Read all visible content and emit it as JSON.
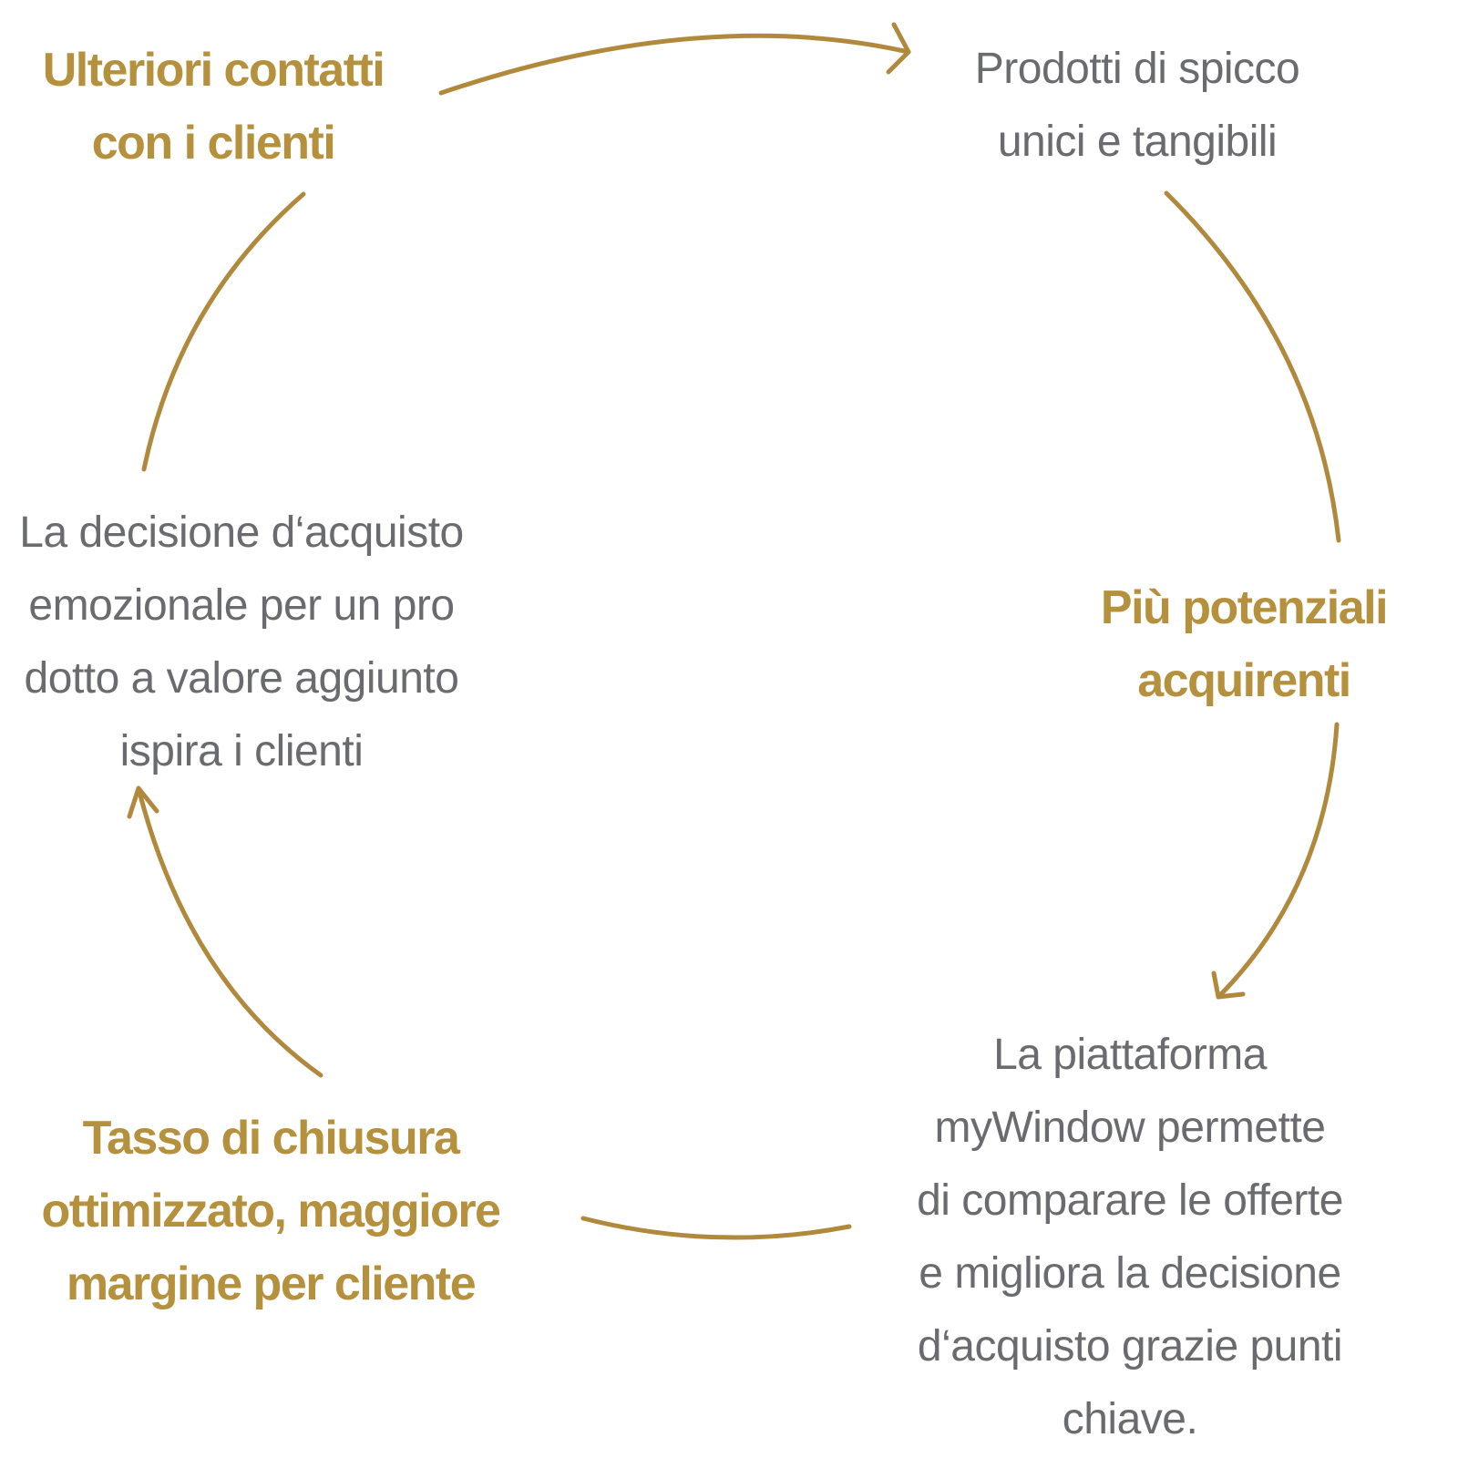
{
  "diagram": {
    "type": "cycle",
    "colors": {
      "background": "#FFFFFF",
      "gold": "#B1893D",
      "gold_text": "#B5913E",
      "gray": "#6A6B6E"
    },
    "nodes": [
      {
        "id": "top-left",
        "role": "benefit",
        "color": "gold",
        "lines": [
          "Ulteriori contatti",
          "con i clienti"
        ]
      },
      {
        "id": "top-right",
        "role": "step",
        "color": "gray",
        "lines": [
          "Prodotti di spicco",
          "unici e tangibili"
        ]
      },
      {
        "id": "right",
        "role": "benefit",
        "color": "gold",
        "lines": [
          "Più potenziali",
          "acquirenti"
        ]
      },
      {
        "id": "bottom-right",
        "role": "step",
        "color": "gray",
        "lines": [
          "La piattaforma",
          "myWindow permette",
          "di comparare le offerte",
          "e migliora la decisione",
          "d‘acquisto grazie punti",
          "chiave."
        ]
      },
      {
        "id": "bottom-left",
        "role": "benefit",
        "color": "gold",
        "lines": [
          "Tasso di chiusura",
          "ottimizzato, maggiore",
          "margine per cliente"
        ]
      },
      {
        "id": "left",
        "role": "step",
        "color": "gray",
        "lines": [
          "La decisione d‘acquisto",
          "emozionale per un pro",
          "dotto a valore aggiunto",
          "ispira i clienti"
        ]
      }
    ],
    "flow": [
      "top-left -> top-right (arrow)",
      "top-right -> right (arc)",
      "right -> bottom-right (arrow)",
      "bottom-right -> bottom-left (arc)",
      "bottom-left -> left (arrow)",
      "left -> top-left (arc)"
    ]
  }
}
